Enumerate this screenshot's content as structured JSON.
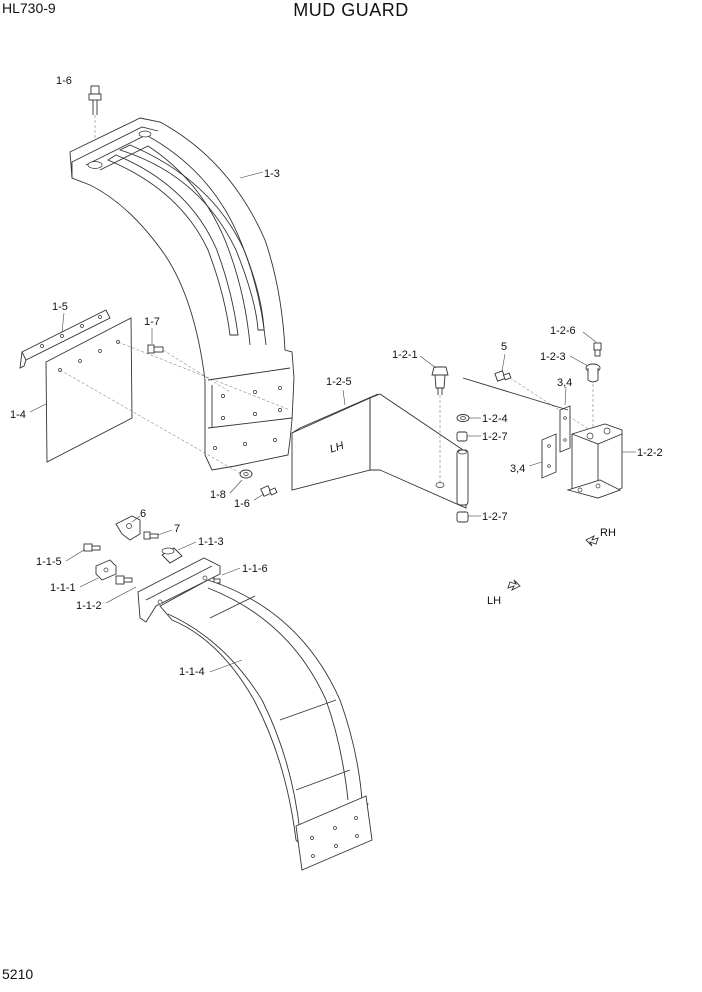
{
  "header": {
    "model": "HL730-9",
    "title": "MUD GUARD"
  },
  "footer": {
    "page": "5210"
  },
  "callouts": {
    "c1_6a": "1-6",
    "c1_3": "1-3",
    "c1_5": "1-5",
    "c1_7": "1-7",
    "c1_4": "1-4",
    "c1_8": "1-8",
    "c1_6b": "1-6",
    "c1_2_1": "1-2-1",
    "c1_2_5": "1-2-5",
    "c1_2_4": "1-2-4",
    "c1_2_7a": "1-2-7",
    "c1_2_7b": "1-2-7",
    "c5": "5",
    "c1_2_6": "1-2-6",
    "c1_2_3": "1-2-3",
    "c3_4a": "3,4",
    "c3_4b": "3,4",
    "c1_2_2": "1-2-2",
    "c6": "6",
    "c7": "7",
    "c1_1_3": "1-1-3",
    "c1_1_5": "1-1-5",
    "c1_1_6": "1-1-6",
    "c1_1_1": "1-1-1",
    "c1_1_2": "1-1-2",
    "c1_1_4": "1-1-4"
  },
  "part_labels": {
    "bracket_mark": "LH"
  },
  "orientation": {
    "rh": "RH",
    "lh": "LH"
  }
}
